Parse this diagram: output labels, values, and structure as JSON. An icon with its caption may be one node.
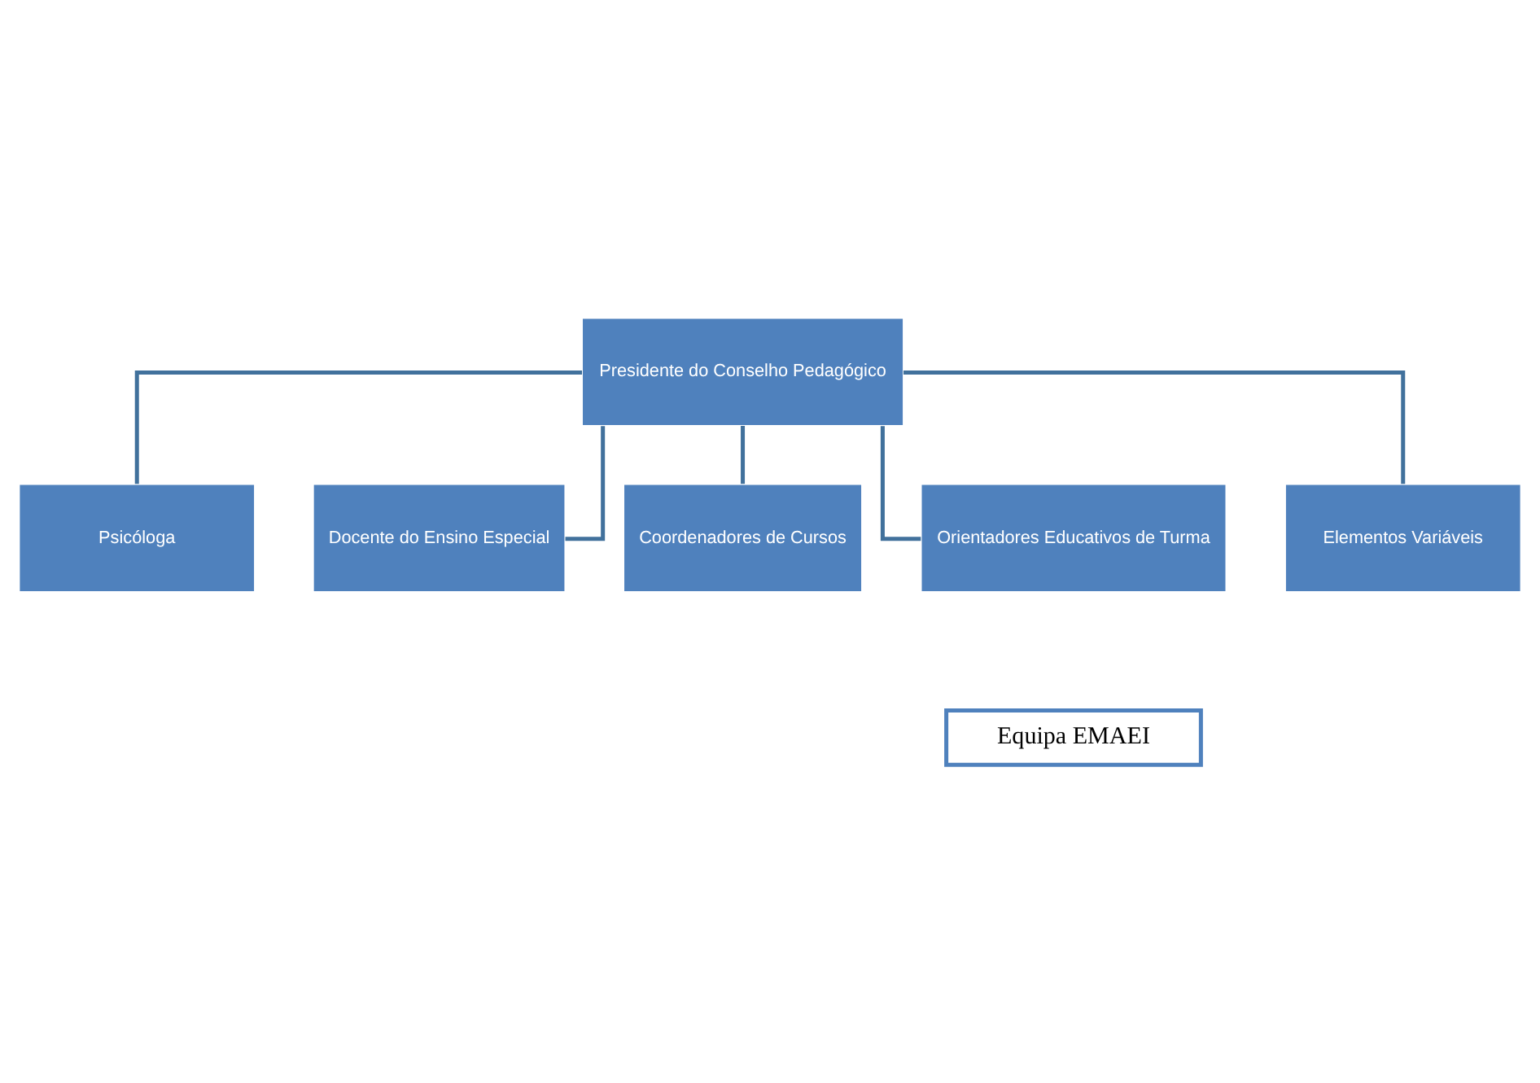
{
  "diagram": {
    "nodes": [
      {
        "text": [
          "Presidente do Conselho Pedagógico"
        ]
      },
      {
        "text": [
          "Psicóloga"
        ]
      },
      {
        "text": [
          "Docente do Ensino Especial"
        ]
      },
      {
        "text": [
          "Coordenadores de Cursos"
        ]
      },
      {
        "text": [
          "Orientadores Educativos de Turma"
        ]
      },
      {
        "text": [
          "Elementos Variáveis"
        ]
      },
      {
        "text": [
          "Equipa EMAEI"
        ]
      }
    ],
    "edges": [
      {
        "from": 0,
        "to": 1,
        "arrow": "none"
      },
      {
        "from": 0,
        "to": 2,
        "arrow": "none"
      },
      {
        "from": 0,
        "to": 3,
        "arrow": "none"
      },
      {
        "from": 0,
        "to": 4,
        "arrow": "none"
      },
      {
        "from": 0,
        "to": 5,
        "arrow": "none"
      }
    ]
  }
}
